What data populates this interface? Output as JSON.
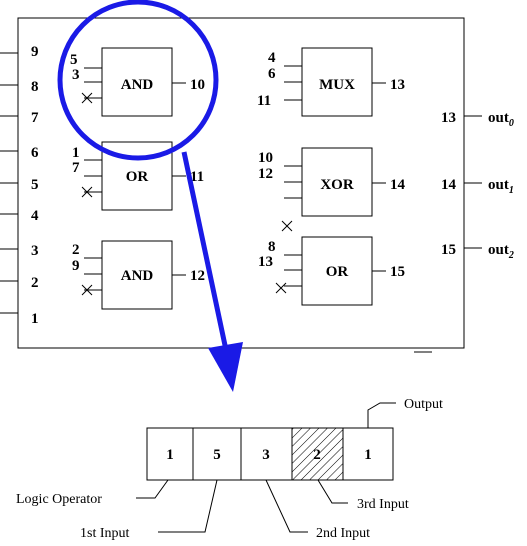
{
  "diagram": {
    "input_pins": [
      "9",
      "8",
      "7",
      "6",
      "5",
      "4",
      "3",
      "2",
      "1"
    ],
    "gates": [
      {
        "op": "AND",
        "inputs": [
          "5",
          "3"
        ],
        "output": "10"
      },
      {
        "op": "OR",
        "inputs": [
          "1",
          "7"
        ],
        "output": "11"
      },
      {
        "op": "AND",
        "inputs": [
          "2",
          "9"
        ],
        "output": "12"
      },
      {
        "op": "MUX",
        "inputs": [
          "4",
          "6",
          "11"
        ],
        "output": "13"
      },
      {
        "op": "XOR",
        "inputs": [
          "10",
          "12"
        ],
        "output": "14"
      },
      {
        "op": "OR",
        "inputs": [
          "8",
          "13"
        ],
        "output": "15"
      }
    ],
    "outputs": [
      {
        "num": "13",
        "name": "out",
        "sub": "0"
      },
      {
        "num": "14",
        "name": "out",
        "sub": "1"
      },
      {
        "num": "15",
        "name": "out",
        "sub": "2"
      }
    ]
  },
  "encoding": {
    "cells": [
      "1",
      "5",
      "3",
      "2",
      "1"
    ],
    "labels": {
      "logic_operator": "Logic Operator",
      "first_input": "1st Input",
      "second_input": "2nd Input",
      "third_input": "3rd Input",
      "output": "Output"
    }
  },
  "colors": {
    "highlight": "#1a1ae6",
    "line": "#000000"
  }
}
